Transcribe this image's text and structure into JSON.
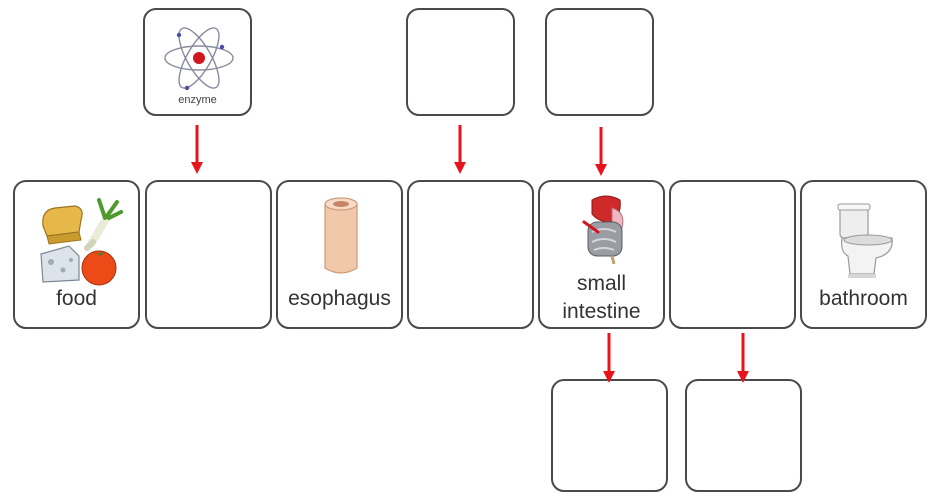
{
  "diagram": {
    "top_row": [
      {
        "label": "enzyme",
        "icon": "atom-icon"
      },
      {
        "label": ""
      },
      {
        "label": ""
      }
    ],
    "main_row": [
      {
        "label": "food",
        "icon": "food-icon"
      },
      {
        "label": ""
      },
      {
        "label": "esophagus",
        "icon": "esophagus-icon"
      },
      {
        "label": ""
      },
      {
        "label_line1": "small",
        "label_line2": "intestine",
        "icon": "digestive-organs-icon"
      },
      {
        "label": ""
      },
      {
        "label": "bathroom",
        "icon": "toilet-icon"
      }
    ],
    "bottom_row": [
      {
        "label": ""
      },
      {
        "label": ""
      }
    ],
    "colors": {
      "arrow": "#e8141c",
      "border": "#4a4a4a",
      "text": "#333333"
    }
  }
}
